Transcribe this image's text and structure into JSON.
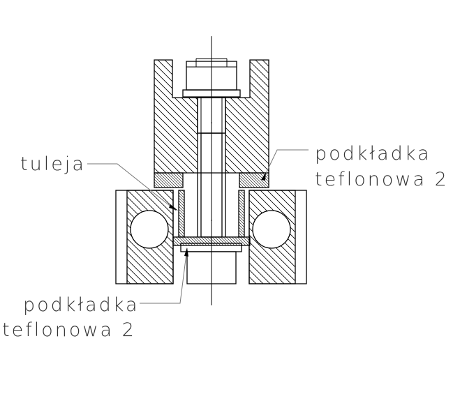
{
  "labels": {
    "tuleja": "tuleja",
    "washer_top_line1": "podkładka",
    "washer_top_line2": "teflonowa 2",
    "washer_bottom_line1": "podkładka",
    "washer_bottom_line2": "teflonowa 2"
  },
  "colors": {
    "line": "#000000",
    "text": "#333333",
    "leader": "#777777"
  }
}
